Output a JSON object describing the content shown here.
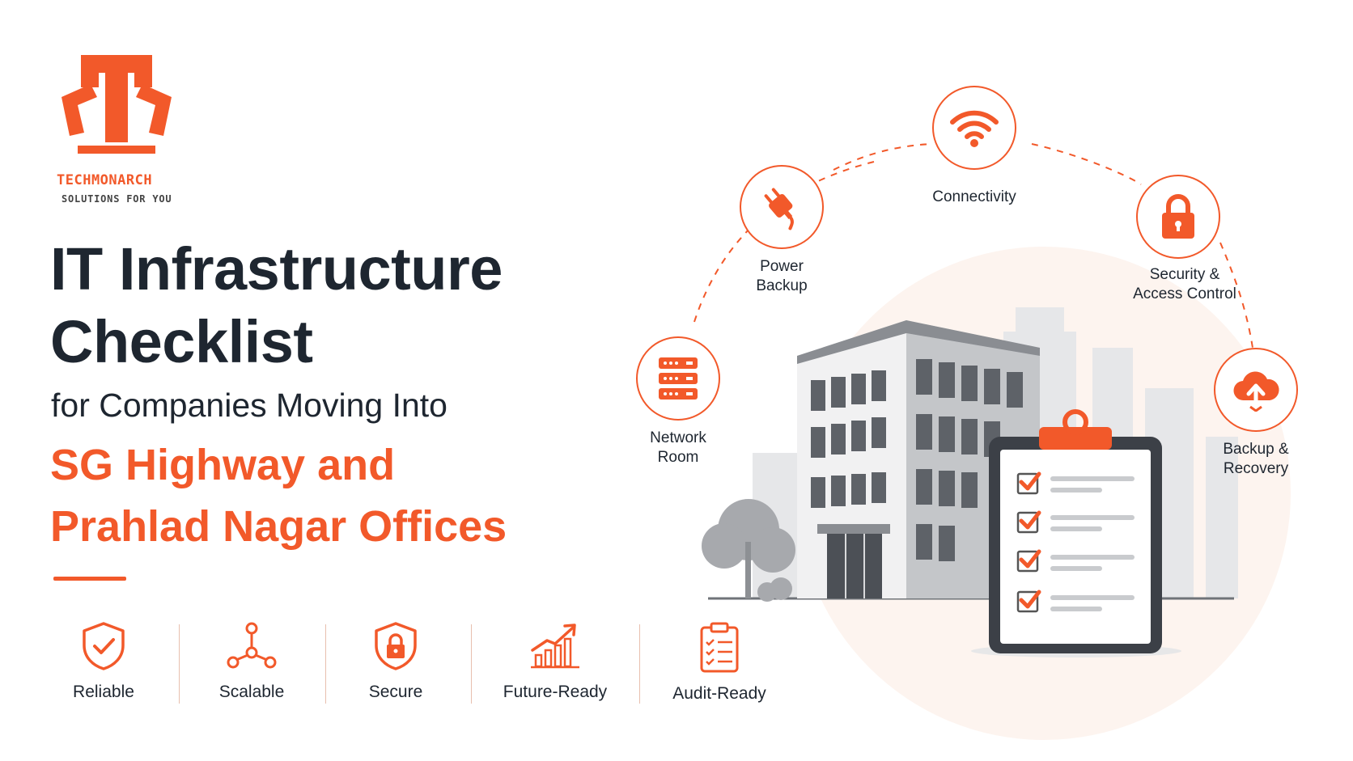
{
  "brand": {
    "name": "TECHMONARCH",
    "tagline": "SOLUTIONS FOR YOU",
    "color": "#f2592a"
  },
  "headline": {
    "line1": "IT Infrastructure",
    "line2": "Checklist",
    "subtitle": "for Companies Moving Into",
    "location_line1": "SG Highway and",
    "location_line2": "Prahlad Nagar Offices"
  },
  "features": [
    {
      "label": "Reliable",
      "icon": "shield-check-icon"
    },
    {
      "label": "Scalable",
      "icon": "network-nodes-icon"
    },
    {
      "label": "Secure",
      "icon": "shield-lock-icon"
    },
    {
      "label": "Future-Ready",
      "icon": "growth-chart-icon"
    },
    {
      "label": "Audit-Ready",
      "icon": "clipboard-list-icon"
    }
  ],
  "infrastructure": {
    "network_room": {
      "line1": "Network",
      "line2": "Room",
      "icon": "server-rack-icon"
    },
    "power_backup": {
      "line1": "Power",
      "line2": "Backup",
      "icon": "power-plug-icon"
    },
    "connectivity": {
      "line1": "Connectivity",
      "icon": "wifi-icon"
    },
    "security": {
      "line1": "Security &",
      "line2": "Access Control",
      "icon": "padlock-icon"
    },
    "backup_recovery": {
      "line1": "Backup &",
      "line2": "Recovery",
      "icon": "cloud-upload-icon"
    }
  },
  "colors": {
    "accent": "#f2592a",
    "text_dark": "#1e2630",
    "building_gray": "#b9bcc0"
  }
}
